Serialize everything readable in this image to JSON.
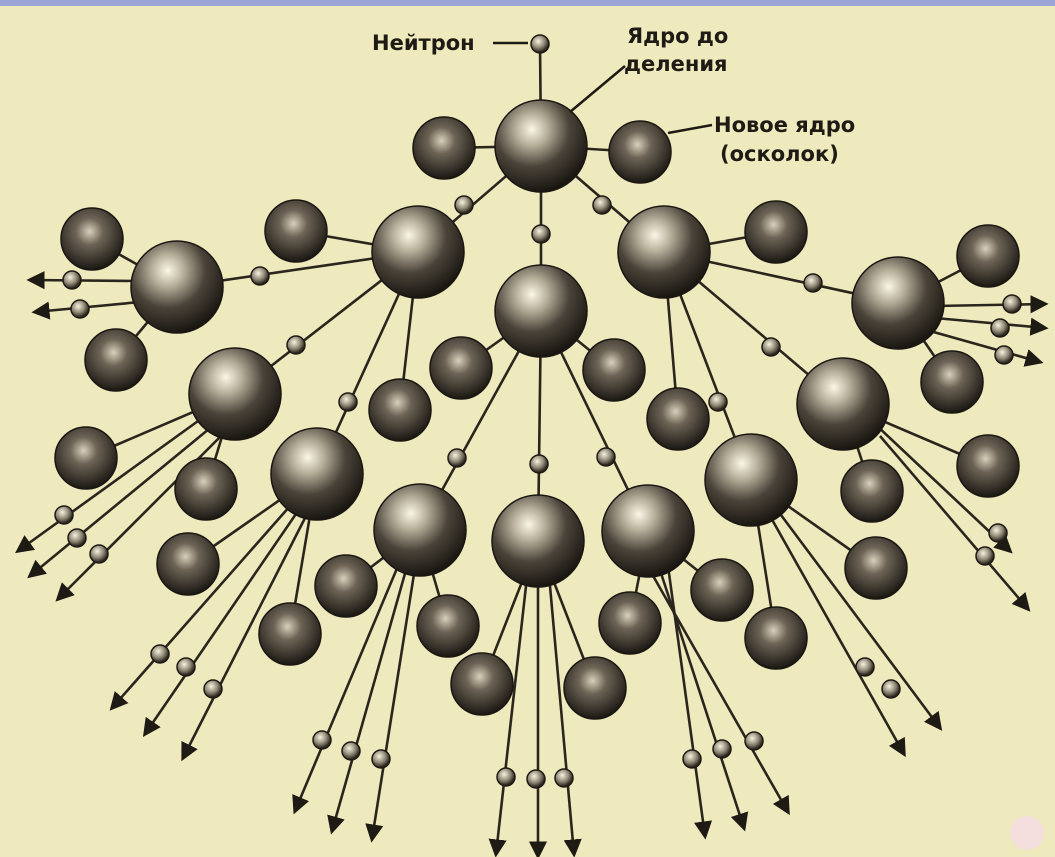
{
  "labels": {
    "neutron": "Нейтрон",
    "nucleus_before_line1": "Ядро до",
    "nucleus_before_line2": "деления",
    "new_nucleus_line1": "Новое ядро",
    "new_nucleus_line2": "(осколок)"
  },
  "colors": {
    "background": "#efeabd",
    "ink": "#1e1a14",
    "top_bar": "#9aa5d6"
  }
}
